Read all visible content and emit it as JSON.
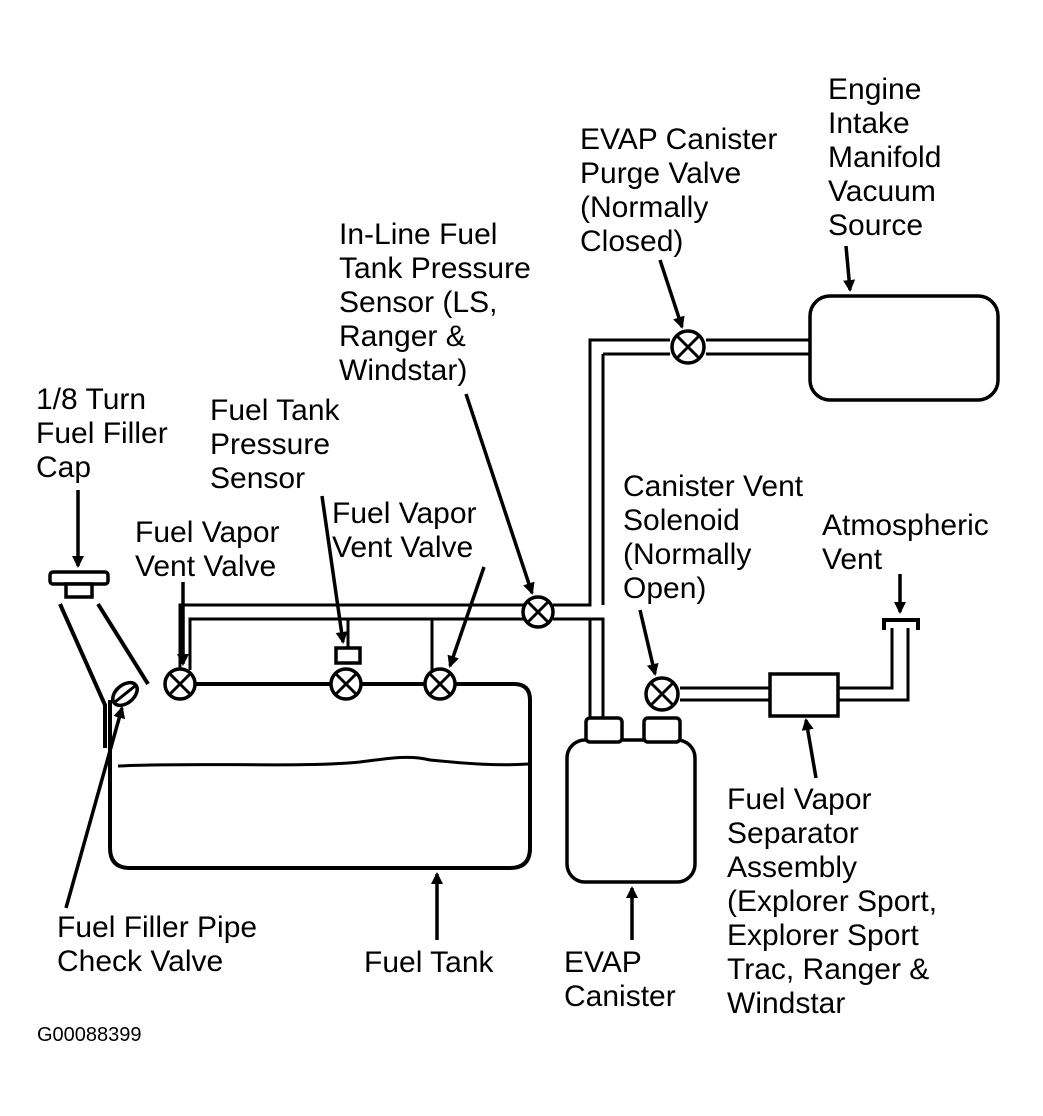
{
  "labels": {
    "filler_cap": [
      "1/8 Turn",
      "Fuel Filler",
      "Cap"
    ],
    "fuel_tank_pressure_sensor": [
      "Fuel Tank",
      "Pressure",
      "Sensor"
    ],
    "fuel_vapor_vent_valve_1": [
      "Fuel Vapor",
      "Vent Valve"
    ],
    "fuel_vapor_vent_valve_2": [
      "Fuel Vapor",
      "Vent Valve"
    ],
    "inline_pressure_sensor": [
      "In-Line Fuel",
      "Tank Pressure",
      "Sensor (LS,",
      "Ranger &",
      "Windstar)"
    ],
    "purge_valve": [
      "EVAP Canister",
      "Purge Valve",
      "(Normally",
      "Closed)"
    ],
    "intake_manifold": [
      "Engine",
      "Intake",
      "Manifold",
      "Vacuum",
      "Source"
    ],
    "canister_vent_solenoid": [
      "Canister Vent",
      "Solenoid",
      "(Normally",
      "Open)"
    ],
    "atmospheric_vent": [
      "Atmospheric",
      "Vent"
    ],
    "vapor_separator": [
      "Fuel Vapor",
      "Separator",
      "Assembly",
      "(Explorer Sport,",
      "Explorer Sport",
      "Trac, Ranger &",
      "Windstar"
    ],
    "filler_pipe_check_valve": [
      "Fuel Filler Pipe",
      "Check Valve"
    ],
    "fuel_tank": [
      "Fuel Tank"
    ],
    "evap_canister": [
      "EVAP",
      "Canister"
    ]
  },
  "figure_code": "G00088399"
}
